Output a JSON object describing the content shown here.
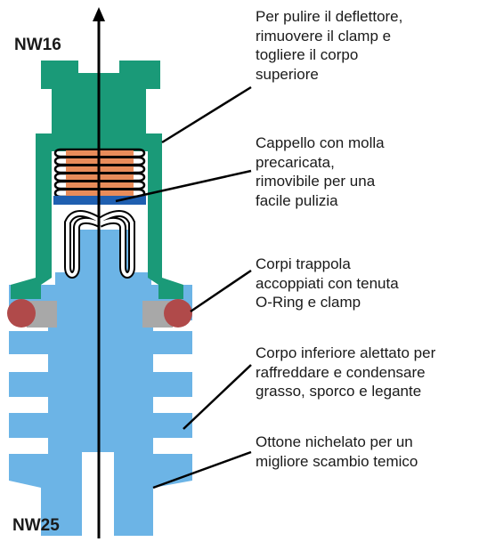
{
  "ports": {
    "top": "NW16",
    "bottom": "NW25"
  },
  "callouts": [
    {
      "text": "Per pulire il deflettore,\nrimuovere il clamp e\ntogliere il corpo\nsuperiore"
    },
    {
      "text": "Cappello con molla\nprecaricata,\nrimovibile per una\nfacile pulizia"
    },
    {
      "text": "Corpi trappola\naccoppiati con tenuta\nO-Ring e clamp"
    },
    {
      "text": "Corpo inferiore alettato per\nraffreddare e condensare\ngrasso, sporco e legante"
    },
    {
      "text": "Ottone nichelato per un\nmigliore scambio temico"
    }
  ],
  "colors": {
    "upper_body": "#1a9a78",
    "lower_body": "#6cb4e6",
    "spring": "#e88c5a",
    "cap": "#1f5fb0",
    "oring": "#b04a4a",
    "clamp": "#a8a8a8",
    "line": "#000000"
  },
  "icons": [
    "flow-arrow-icon"
  ]
}
